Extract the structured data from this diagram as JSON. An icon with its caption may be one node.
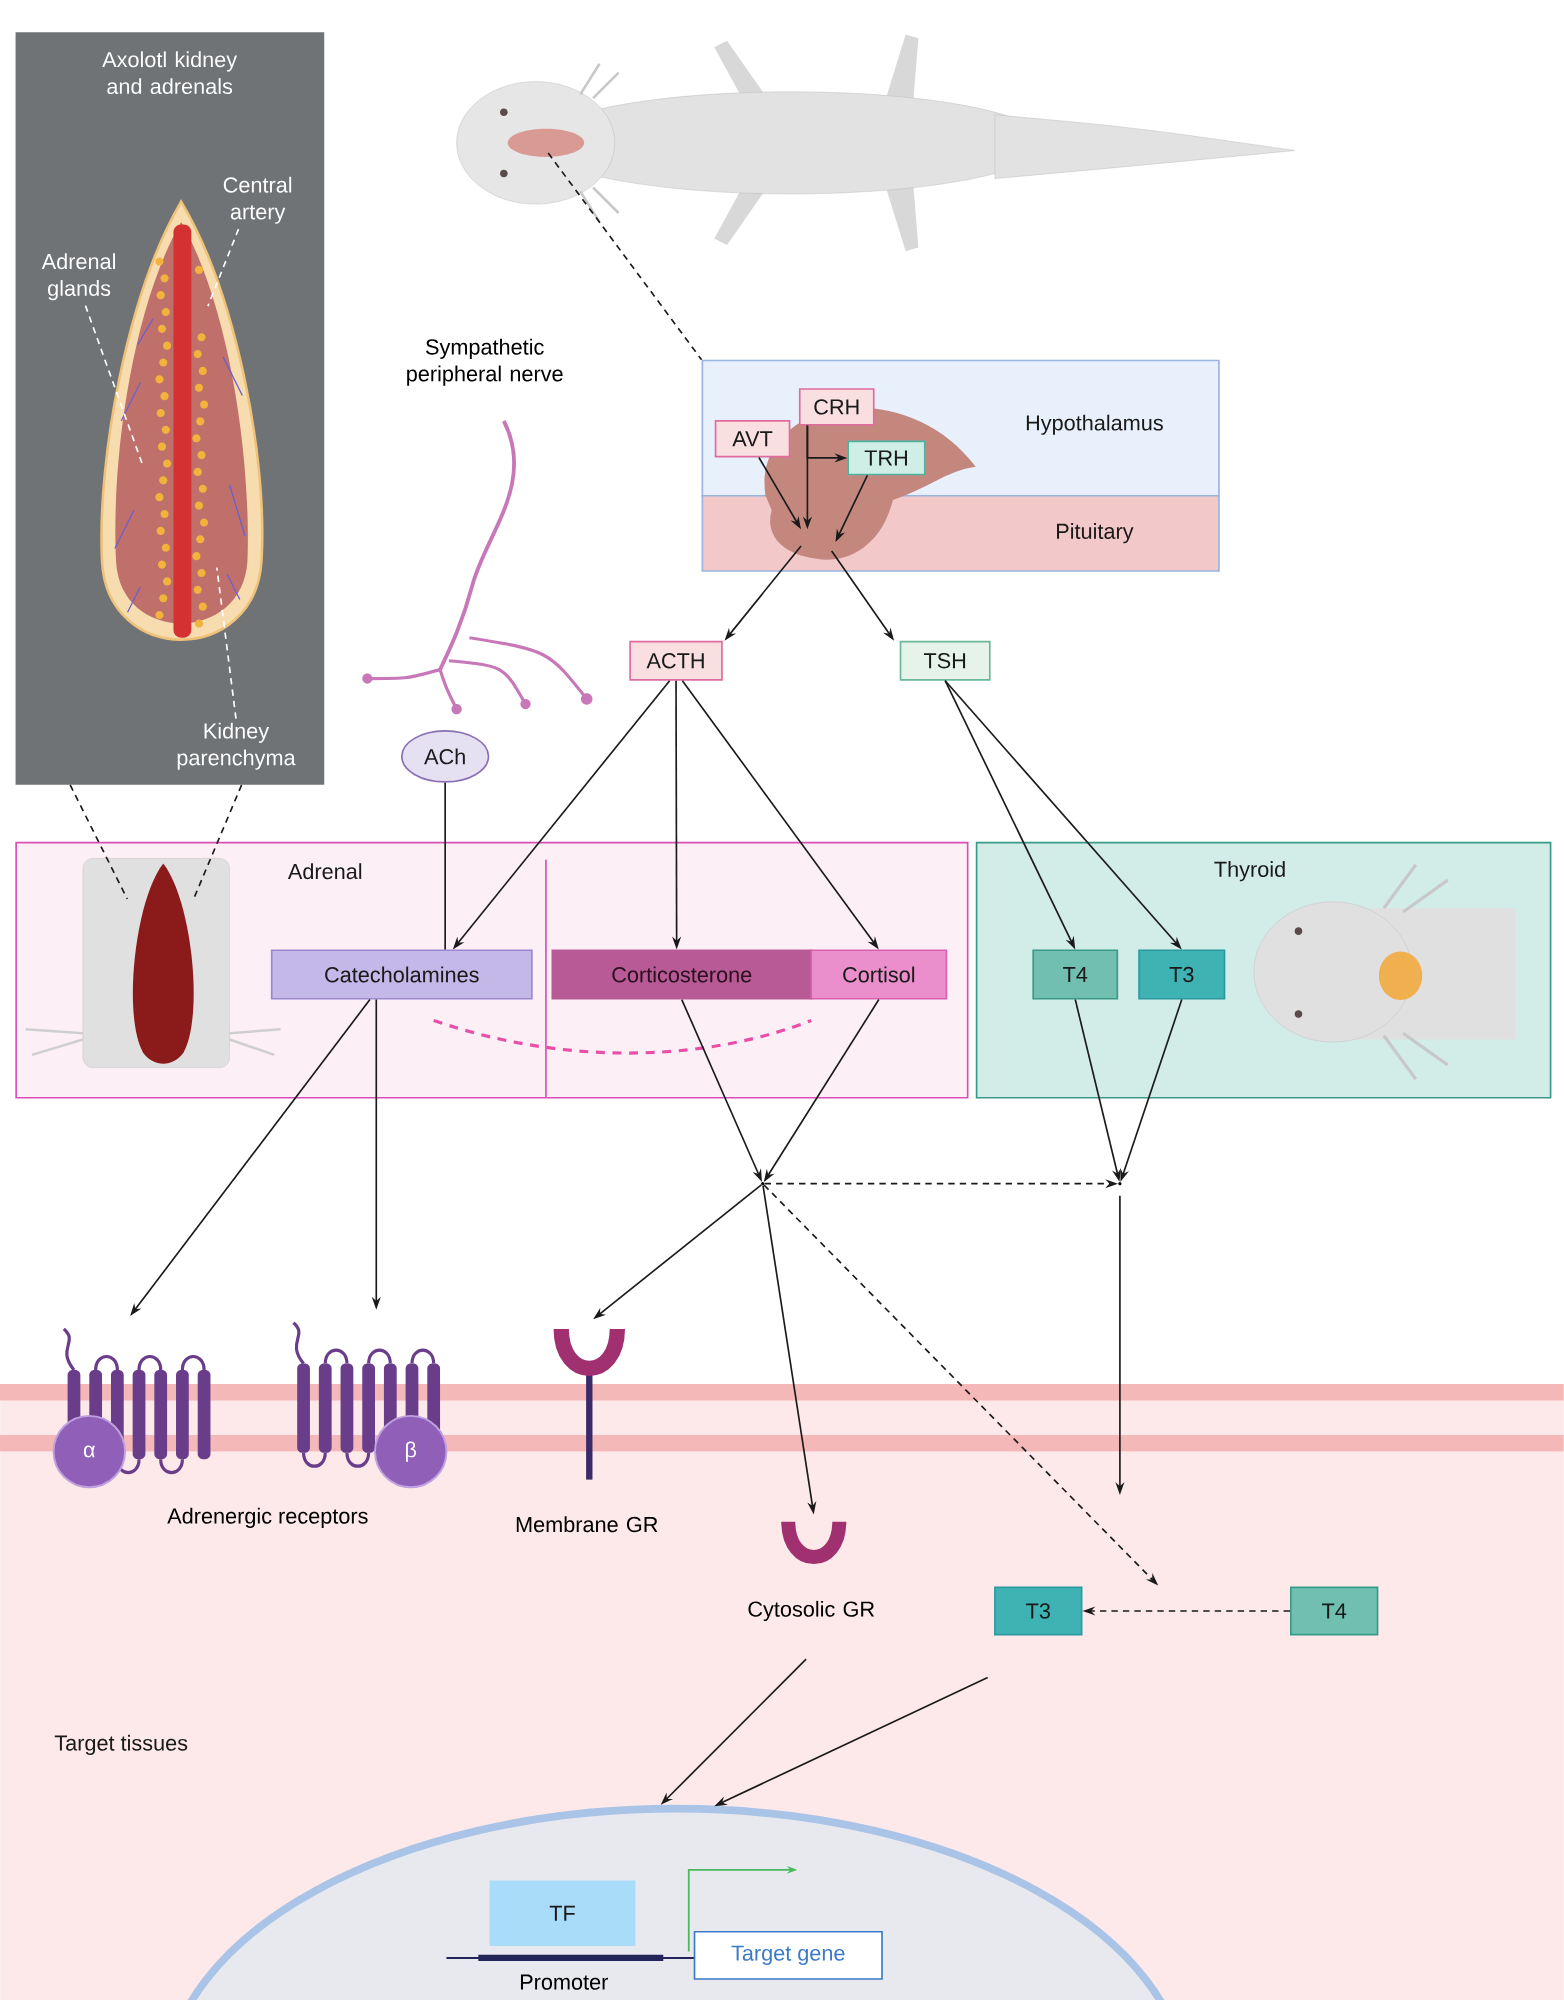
{
  "diagram": {
    "nodes": [
      {
        "text": [
          "Axolotl kidney and adrenals"
        ]
      },
      {
        "text": [
          "Central artery"
        ],
        "in": 0
      },
      {
        "text": [
          "Adrenal glands"
        ],
        "in": 0
      },
      {
        "text": [
          "Kidney parenchyma"
        ],
        "in": 0
      },
      {
        "text": [],
        "shape": "picture"
      },
      {
        "text": [
          "Hypothalamus"
        ]
      },
      {
        "text": [
          "CRH"
        ],
        "in": 5
      },
      {
        "text": [
          "AVT"
        ],
        "in": 5
      },
      {
        "text": [
          "TRH"
        ],
        "in": 5
      },
      {
        "text": [
          "Pituitary"
        ]
      },
      {
        "text": [
          "ACTH"
        ]
      },
      {
        "text": [
          "TSH"
        ]
      },
      {
        "text": [
          "ACh"
        ]
      },
      {
        "text": [
          "Adrenal"
        ]
      },
      {
        "text": [],
        "shape": "picture",
        "in": 13
      },
      {
        "text": [
          "Catecholamines"
        ],
        "in": 13
      },
      {
        "text": [
          "Corticosterone"
        ],
        "in": 13
      },
      {
        "text": [
          "Cortisol"
        ],
        "in": 13
      },
      {
        "text": [
          "Thyroid"
        ]
      },
      {
        "text": [
          "T4"
        ],
        "in": 18
      },
      {
        "text": [
          "T3"
        ],
        "in": 18
      },
      {
        "text": [],
        "shape": "point"
      },
      {
        "text": [],
        "shape": "point"
      },
      {
        "text": [
          "Target tissues"
        ]
      },
      {
        "text": [
          "α"
        ]
      },
      {
        "text": [
          "β"
        ]
      },
      {
        "text": [
          "Membrane GR"
        ]
      },
      {
        "text": [
          "Cytosolic GR"
        ],
        "in": 23
      },
      {
        "text": [
          "T3"
        ],
        "in": 23
      },
      {
        "text": [
          "T4"
        ],
        "in": 23
      },
      {
        "text": [],
        "shape": "oval"
      },
      {
        "text": [
          "TF"
        ]
      },
      {
        "text": [
          "Target gene"
        ]
      }
    ],
    "edges": [
      {
        "from": 4,
        "to": 5,
        "arrow": "none",
        "style": "dashed"
      },
      {
        "from": 7,
        "to": 9,
        "arrow": "to"
      },
      {
        "from": 6,
        "to": 9,
        "arrow": "to"
      },
      {
        "from": 8,
        "to": 9,
        "arrow": "to"
      },
      {
        "from": 6,
        "to": 8,
        "arrow": "to"
      },
      {
        "from": 9,
        "to": 10,
        "arrow": "to"
      },
      {
        "from": 9,
        "to": 11,
        "arrow": "to"
      },
      {
        "from": 10,
        "to": 15,
        "arrow": "to"
      },
      {
        "from": 10,
        "to": 16,
        "arrow": "to"
      },
      {
        "from": 10,
        "to": 17,
        "arrow": "to"
      },
      {
        "from": 11,
        "to": 19,
        "arrow": "to"
      },
      {
        "from": 11,
        "to": 20,
        "arrow": "to"
      },
      {
        "from": 12,
        "to": 15,
        "arrow": "none"
      },
      {
        "from": 16,
        "to": 21,
        "arrow": "to"
      },
      {
        "from": 17,
        "to": 21,
        "arrow": "to"
      },
      {
        "from": 19,
        "to": 22,
        "arrow": "to"
      },
      {
        "from": 20,
        "to": 22,
        "arrow": "to"
      },
      {
        "from": 21,
        "to": 22,
        "arrow": "to",
        "style": "dashed"
      },
      {
        "from": 21,
        "to": 26,
        "arrow": "to"
      },
      {
        "from": 21,
        "to": 27,
        "arrow": "to"
      },
      {
        "from": 21,
        "to": null,
        "arrow": "to",
        "style": "dashed"
      },
      {
        "from": 22,
        "to": 23,
        "arrow": "to"
      },
      {
        "from": 29,
        "to": 28,
        "arrow": "to",
        "style": "dashed"
      },
      {
        "from": 27,
        "to": 30,
        "arrow": "to"
      },
      {
        "from": 28,
        "to": 30,
        "arrow": "to"
      },
      {
        "from": 15,
        "to": 24,
        "arrow": "to"
      },
      {
        "from": 15,
        "to": 25,
        "arrow": "to"
      },
      {
        "from": 0,
        "to": 14,
        "arrow": "none",
        "style": "dashed"
      },
      {
        "from": 0,
        "to": 14,
        "arrow": "none",
        "style": "dashed"
      },
      {
        "from": 1,
        "to": null,
        "arrow": "none",
        "style": "dashed",
        "color": "#ffffff"
      },
      {
        "from": 2,
        "to": null,
        "arrow": "none",
        "style": "dashed",
        "color": "#ffffff"
      },
      {
        "from": 3,
        "to": null,
        "arrow": "none",
        "style": "dashed",
        "color": "#ffffff"
      }
    ],
    "labels": [
      "Sympathetic peripheral nerve",
      "Adrenergic receptors",
      "Promoter"
    ]
  }
}
